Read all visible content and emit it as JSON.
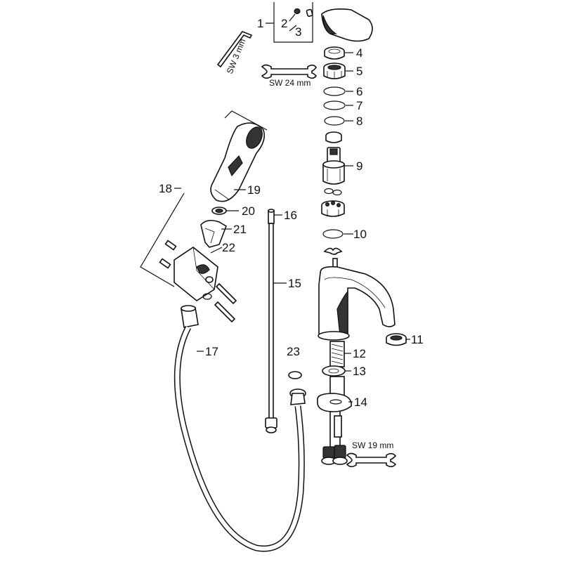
{
  "labels": {
    "p1": "1",
    "p2": "2",
    "p3": "3",
    "p4": "4",
    "p5": "5",
    "p6": "6",
    "p7": "7",
    "p8": "8",
    "p9": "9",
    "p10": "10",
    "p11": "11",
    "p12": "12",
    "p13": "13",
    "p14": "14",
    "p15": "15",
    "p16": "16",
    "p17": "17",
    "p18": "18",
    "p19": "19",
    "p20": "20",
    "p21": "21",
    "p22": "22",
    "p23": "23"
  },
  "tools": {
    "hex_key": "SW 3 mm",
    "wrench_24": "SW 24 mm",
    "wrench_19": "SW 19 mm"
  }
}
